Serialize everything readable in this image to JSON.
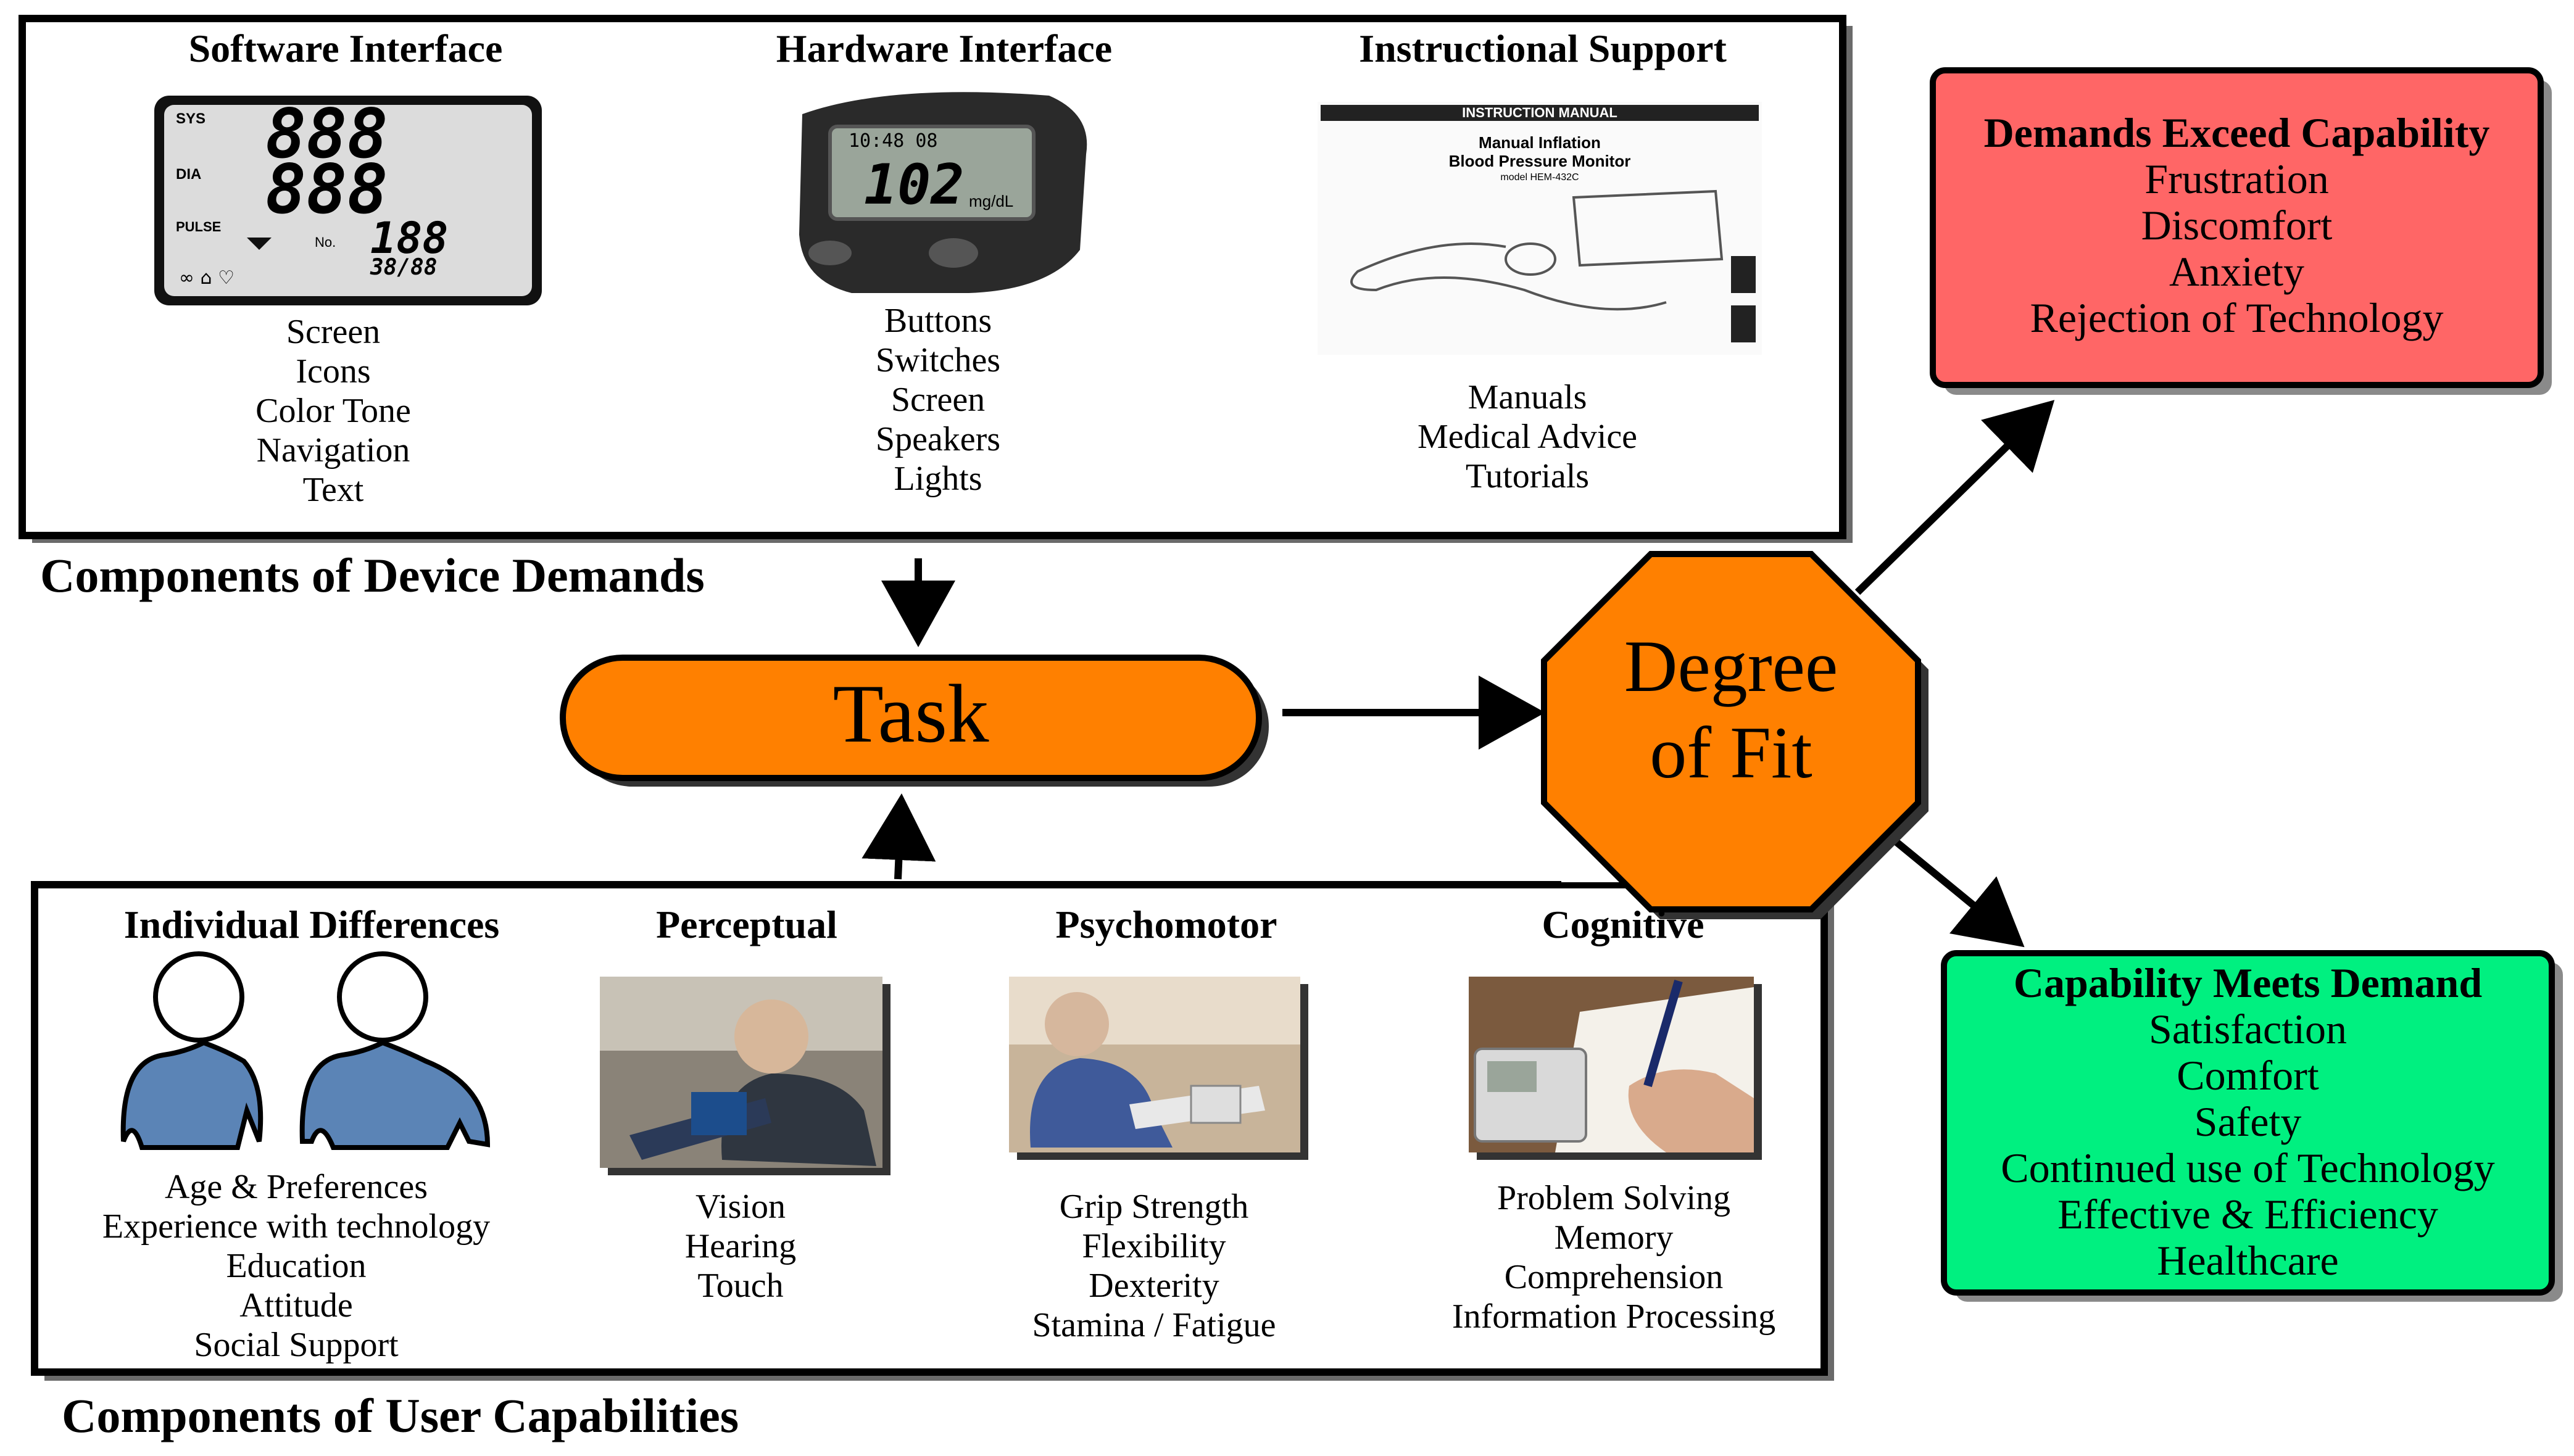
{
  "device_demands": {
    "caption": "Components of Device Demands",
    "columns": [
      {
        "title": "Software Interface",
        "image_icon": "lcd-display-icon",
        "items": [
          "Screen",
          "Icons",
          "Color Tone",
          "Navigation",
          "Text"
        ]
      },
      {
        "title": "Hardware Interface",
        "image_icon": "glucose-meter-icon",
        "items": [
          "Buttons",
          "Switches",
          "Screen",
          "Speakers",
          "Lights"
        ]
      },
      {
        "title": "Instructional Support",
        "image_icon": "instruction-manual-icon",
        "items": [
          "Manuals",
          "Medical Advice",
          "Tutorials"
        ]
      }
    ],
    "lcd": {
      "sys": "SYS",
      "dia": "DIA",
      "pulse": "PULSE",
      "no": "No.",
      "big1": "888",
      "big2": "888",
      "small": "188",
      "date": "38/88"
    },
    "meter": {
      "readout": "102",
      "unit": "mg/dL",
      "top": "10:48 08"
    },
    "manual": {
      "header": "INSTRUCTION MANUAL",
      "line1": "Manual Inflation",
      "line2": "Blood Pressure Monitor",
      "line3": "model HEM-432C"
    }
  },
  "user_capabilities": {
    "caption": "Components of User Capabilities",
    "columns": [
      {
        "title": "Individual Differences",
        "image_icon": "two-people-icon",
        "items": [
          "Age & Preferences",
          "Experience with technology",
          "Education",
          "Attitude",
          "Social Support"
        ]
      },
      {
        "title": "Perceptual",
        "image_icon": "man-with-bp-cuff-photo",
        "items": [
          "Vision",
          "Hearing",
          "Touch"
        ]
      },
      {
        "title": "Psychomotor",
        "image_icon": "woman-using-bp-cuff-photo",
        "items": [
          "Grip Strength",
          "Flexibility",
          "Dexterity",
          "Stamina / Fatigue"
        ]
      },
      {
        "title": "Cognitive",
        "image_icon": "hand-writing-log-photo",
        "items": [
          "Problem Solving",
          "Memory",
          "Comprehension",
          "Information Processing"
        ]
      }
    ]
  },
  "task": {
    "label": "Task"
  },
  "fit": {
    "line1": "Degree",
    "line2": "of Fit"
  },
  "outcomes": {
    "exceed": {
      "title": "Demands Exceed Capability",
      "items": [
        "Frustration",
        "Discomfort",
        "Anxiety",
        "Rejection of Technology"
      ],
      "color": "#ff6666"
    },
    "meets": {
      "title": "Capability Meets Demand",
      "items": [
        "Satisfaction",
        "Comfort",
        "Safety",
        "Continued use of Technology",
        "Effective & Efficiency",
        "Healthcare"
      ],
      "color": "#00f080"
    }
  },
  "colors": {
    "task": "#ff8000",
    "border": "#000000",
    "shadow": "#333333"
  }
}
